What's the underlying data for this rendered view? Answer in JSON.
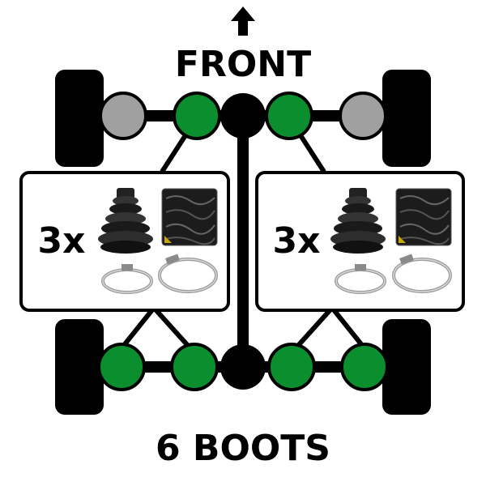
{
  "header": {
    "title": "FRONT",
    "arrow_icon": "up-arrow-icon"
  },
  "footer": {
    "title": "6 BOOTS"
  },
  "kits": [
    {
      "quantity": "3x",
      "items": [
        "cv-boot-icon",
        "grease-pack-icon",
        "small-clamp-icon",
        "large-clamp-icon"
      ]
    },
    {
      "quantity": "3x",
      "items": [
        "cv-boot-icon",
        "grease-pack-icon",
        "small-clamp-icon",
        "large-clamp-icon"
      ]
    }
  ],
  "colors": {
    "boot_joint": "#0b8f2e",
    "hub_joint": "#a0a0a0",
    "center_hub": "#000000",
    "frame": "#000000",
    "kit_border": "#000000",
    "kit_background": "#ffffff"
  },
  "legend": {
    "front_boot_count": 2,
    "rear_boot_count": 4,
    "total_boots": 6
  }
}
